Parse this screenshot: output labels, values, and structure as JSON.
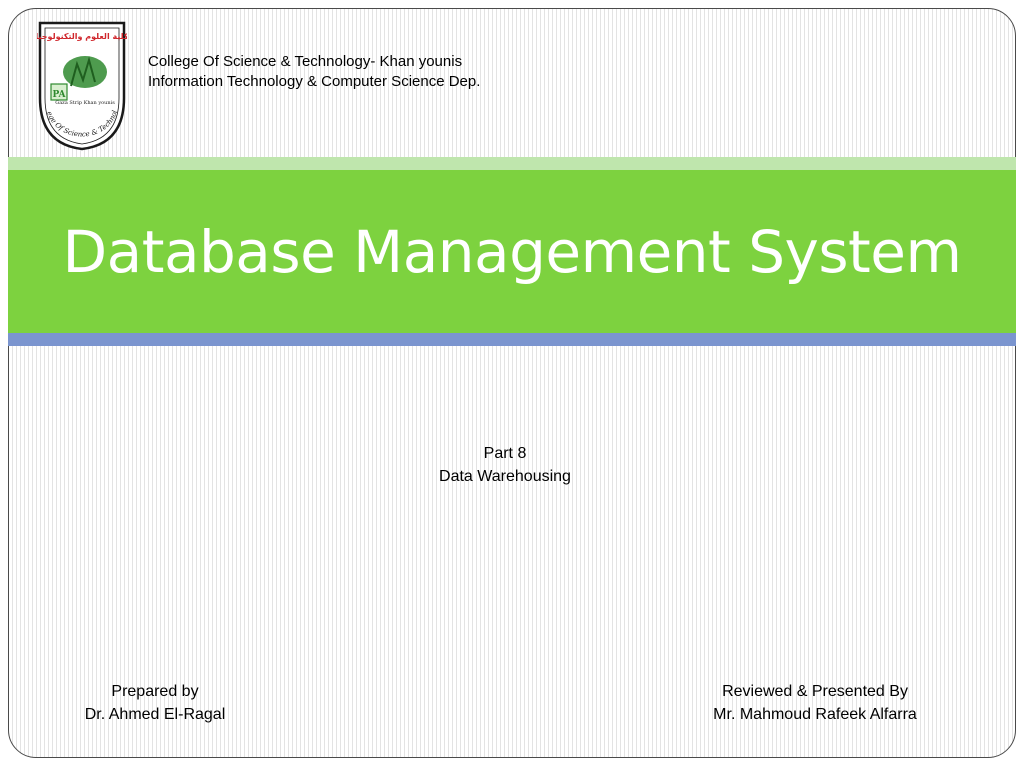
{
  "header": {
    "college_line": "College Of Science & Technology- Khan younis",
    "department_line": "Information Technology & Computer Science Dep."
  },
  "logo": {
    "arabic_name": "كلية العلوم والتكنولوجيا",
    "location": "Gaza Strip Khan younis",
    "ring_text": "College Of Science & Technology",
    "colors": {
      "red": "#d0262c",
      "green": "#2f8a2f",
      "outline": "#1a1a1a"
    }
  },
  "title": "Database Management System",
  "subtitle": {
    "part": "Part 8",
    "topic": "Data Warehousing"
  },
  "prepared": {
    "label": "Prepared by",
    "name": "Dr. Ahmed El-Ragal"
  },
  "reviewed": {
    "label": "Reviewed & Presented By",
    "name": "Mr. Mahmoud Rafeek Alfarra"
  },
  "colors": {
    "band_green": "#7dd23f",
    "band_light_green": "#bfe6ad",
    "band_blue": "#7b95cf",
    "title_text": "#ffffff"
  }
}
